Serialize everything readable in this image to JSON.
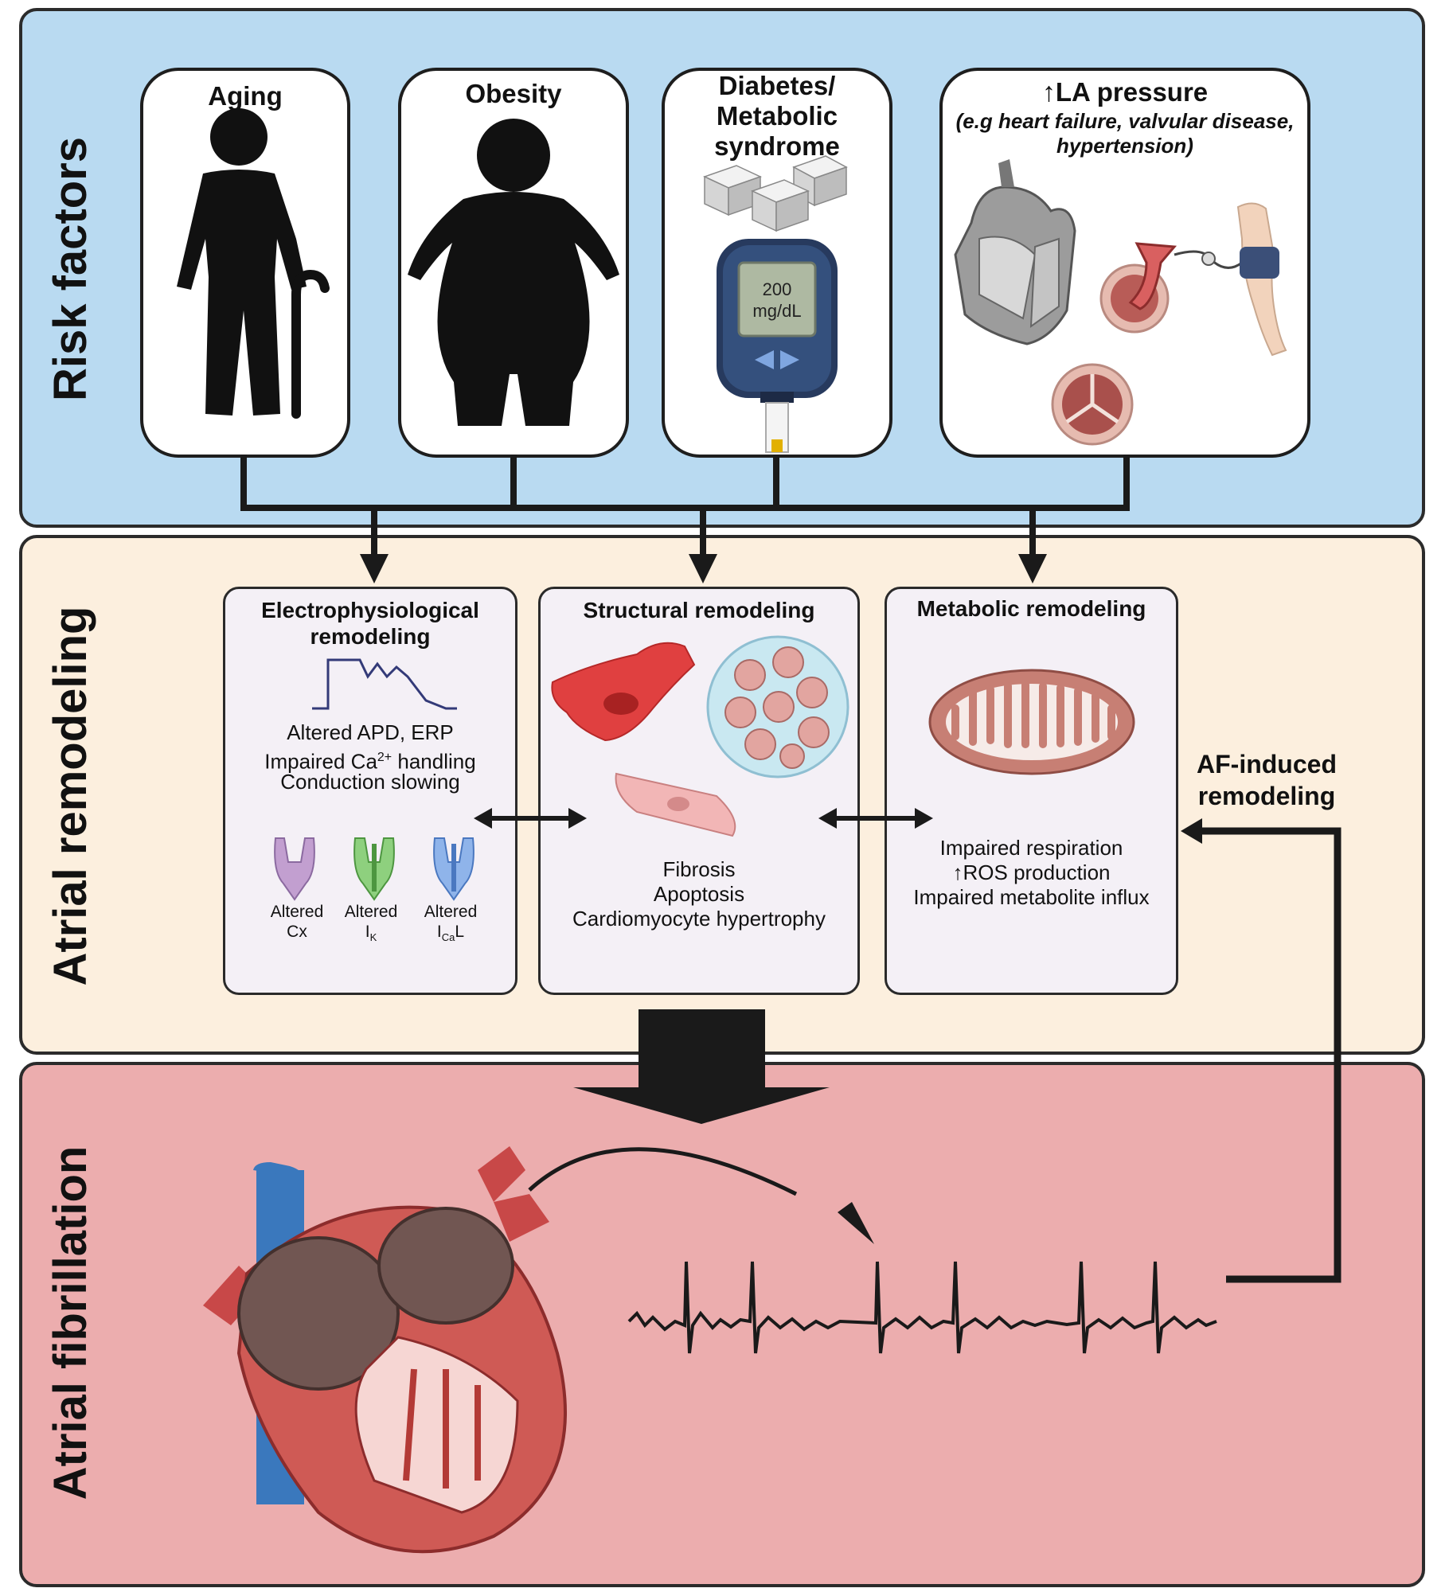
{
  "sections": {
    "risk_factors": "Risk factors",
    "atrial_remodeling": "Atrial remodeling",
    "atrial_fibrillation": "Atrial fibrillation"
  },
  "risk_cards": {
    "aging": "Aging",
    "obesity": "Obesity",
    "diabetes_line1": "Diabetes/",
    "diabetes_line2": "Metabolic",
    "diabetes_line3": "syndrome",
    "glucose_value": "200",
    "glucose_unit": "mg/dL",
    "la_pressure": "LA pressure",
    "la_examples_line1": "(e.g heart failure, valvular disease,",
    "la_examples_line2": "hypertension)"
  },
  "remodeling": {
    "electro_title_line1": "Electrophysiological",
    "electro_title_line2": "remodeling",
    "electro_items": [
      "Altered APD, ERP",
      "Impaired Ca",
      "Conduction slowing"
    ],
    "ca_superscript": "2+",
    "handling": " handling",
    "channels": {
      "cx_line1": "Altered",
      "cx_line2": "Cx",
      "ik_line1": "Altered",
      "ik_line2": "I",
      "ik_sub": "K",
      "ical_line1": "Altered",
      "ical_line2": "I",
      "ical_sub": "Ca",
      "ical_suffix": "L"
    },
    "structural_title": "Structural remodeling",
    "structural_items": [
      "Fibrosis",
      "Apoptosis",
      "Cardiomyocyte hypertrophy"
    ],
    "metabolic_title": "Metabolic remodeling",
    "metabolic_items": [
      "Impaired respiration",
      "ROS production",
      "Impaired metabolite influx"
    ]
  },
  "af_induced_line1": "AF-induced",
  "af_induced_line2": "remodeling",
  "colors": {
    "risk_bg": "#b9daf1",
    "remodeling_bg": "#fcefde",
    "af_bg": "#ecadae",
    "ion_cx": "#c29fd0",
    "ion_ik": "#8ed07e",
    "ion_ical": "#8fb4ea",
    "fibroblast_red": "#e04040",
    "cardiomyocyte_pink": "#f2b6b6",
    "mito_outer": "#c77f74",
    "heart_red": "#cf5a55",
    "vessel_blue": "#3a78bd"
  },
  "icons": [
    "aging-person-cane-icon",
    "obese-person-icon",
    "sugar-cubes-icon",
    "glucometer-icon",
    "heart-anatomy-icon",
    "valve-icon",
    "blood-pressure-cuff-icon",
    "action-potential-icon",
    "connexin-channel-icon",
    "potassium-channel-icon",
    "calcium-channel-icon",
    "fibroblast-icon",
    "fibrosis-tissue-icon",
    "cardiomyocyte-icon",
    "mitochondrion-icon",
    "atrial-heart-icon",
    "ecg-trace-icon"
  ]
}
